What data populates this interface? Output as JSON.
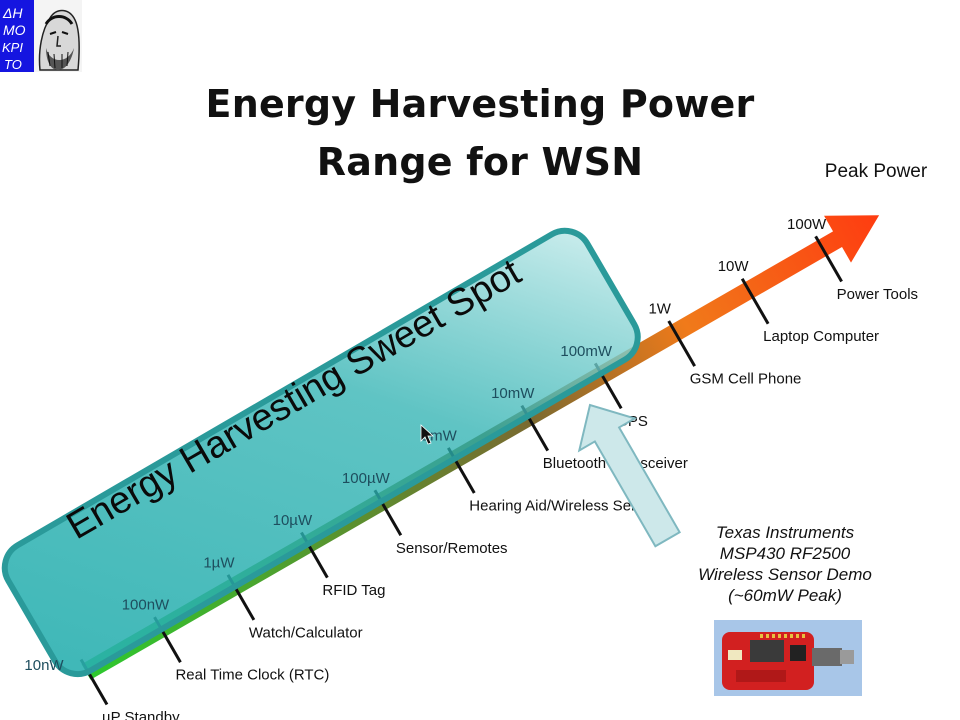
{
  "logo": {
    "letters": [
      "ΔΗ",
      "ΜΟ",
      "ΚΡΙ",
      "ΤΟ"
    ],
    "colors": {
      "blue": "#1515e0",
      "white": "#ffffff"
    }
  },
  "title": {
    "line1": "Energy Harvesting Power",
    "line2": "Range for WSN"
  },
  "peak_label": "Peak Power",
  "sweet_spot_label": "Energy Harvesting Sweet Spot",
  "power_levels": [
    "10nW",
    "100nW",
    "1µW",
    "10µW",
    "100µW",
    "1mW",
    "10mW",
    "100mW",
    "1W",
    "10W",
    "100W"
  ],
  "applications": [
    "µP Standby",
    "Real Time Clock (RTC)",
    "Watch/Calculator",
    "RFID Tag",
    "Sensor/Remotes",
    "Hearing Aid/Wireless Sensor",
    "Bluetooth Transceiver",
    "GPS",
    "GSM Cell Phone",
    "Laptop Computer",
    "Power Tools"
  ],
  "demo": {
    "lines": [
      "Texas Instruments",
      "MSP430 RF2500",
      "Wireless Sensor Demo",
      "(~60mW Peak)"
    ]
  },
  "colors": {
    "arrow_start": "#2ec82e",
    "arrow_mid": "#7a6a30",
    "arrow_orange": "#f07a1a",
    "arrow_end": "#ff3a10",
    "sweet_border": "#2a9a9a",
    "sweet_fill_start": "#2ab0b0",
    "sweet_fill_end": "#c8ecec",
    "callout_fill": "#cde8ea",
    "callout_stroke": "#7fb8c0",
    "board_bg": "#a8c6e8",
    "board_red": "#d22020"
  }
}
